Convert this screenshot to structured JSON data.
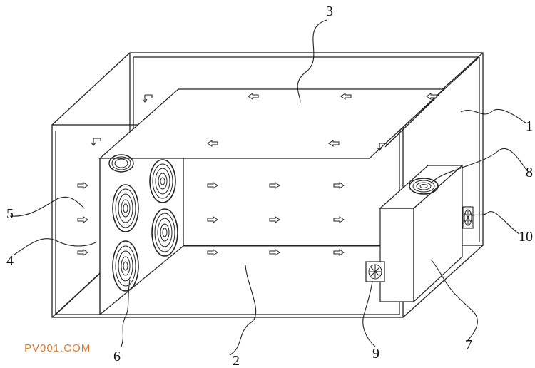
{
  "callouts": [
    "1",
    "2",
    "3",
    "4",
    "5",
    "6",
    "7",
    "8",
    "9",
    "10"
  ],
  "watermark": "PV001.COM",
  "colors": {
    "line": "#222222",
    "watermark": "#e07a2e"
  },
  "icons": [
    "arrow-right-icon",
    "arrow-left-icon",
    "corner-arrow-icon",
    "fan-icon"
  ]
}
